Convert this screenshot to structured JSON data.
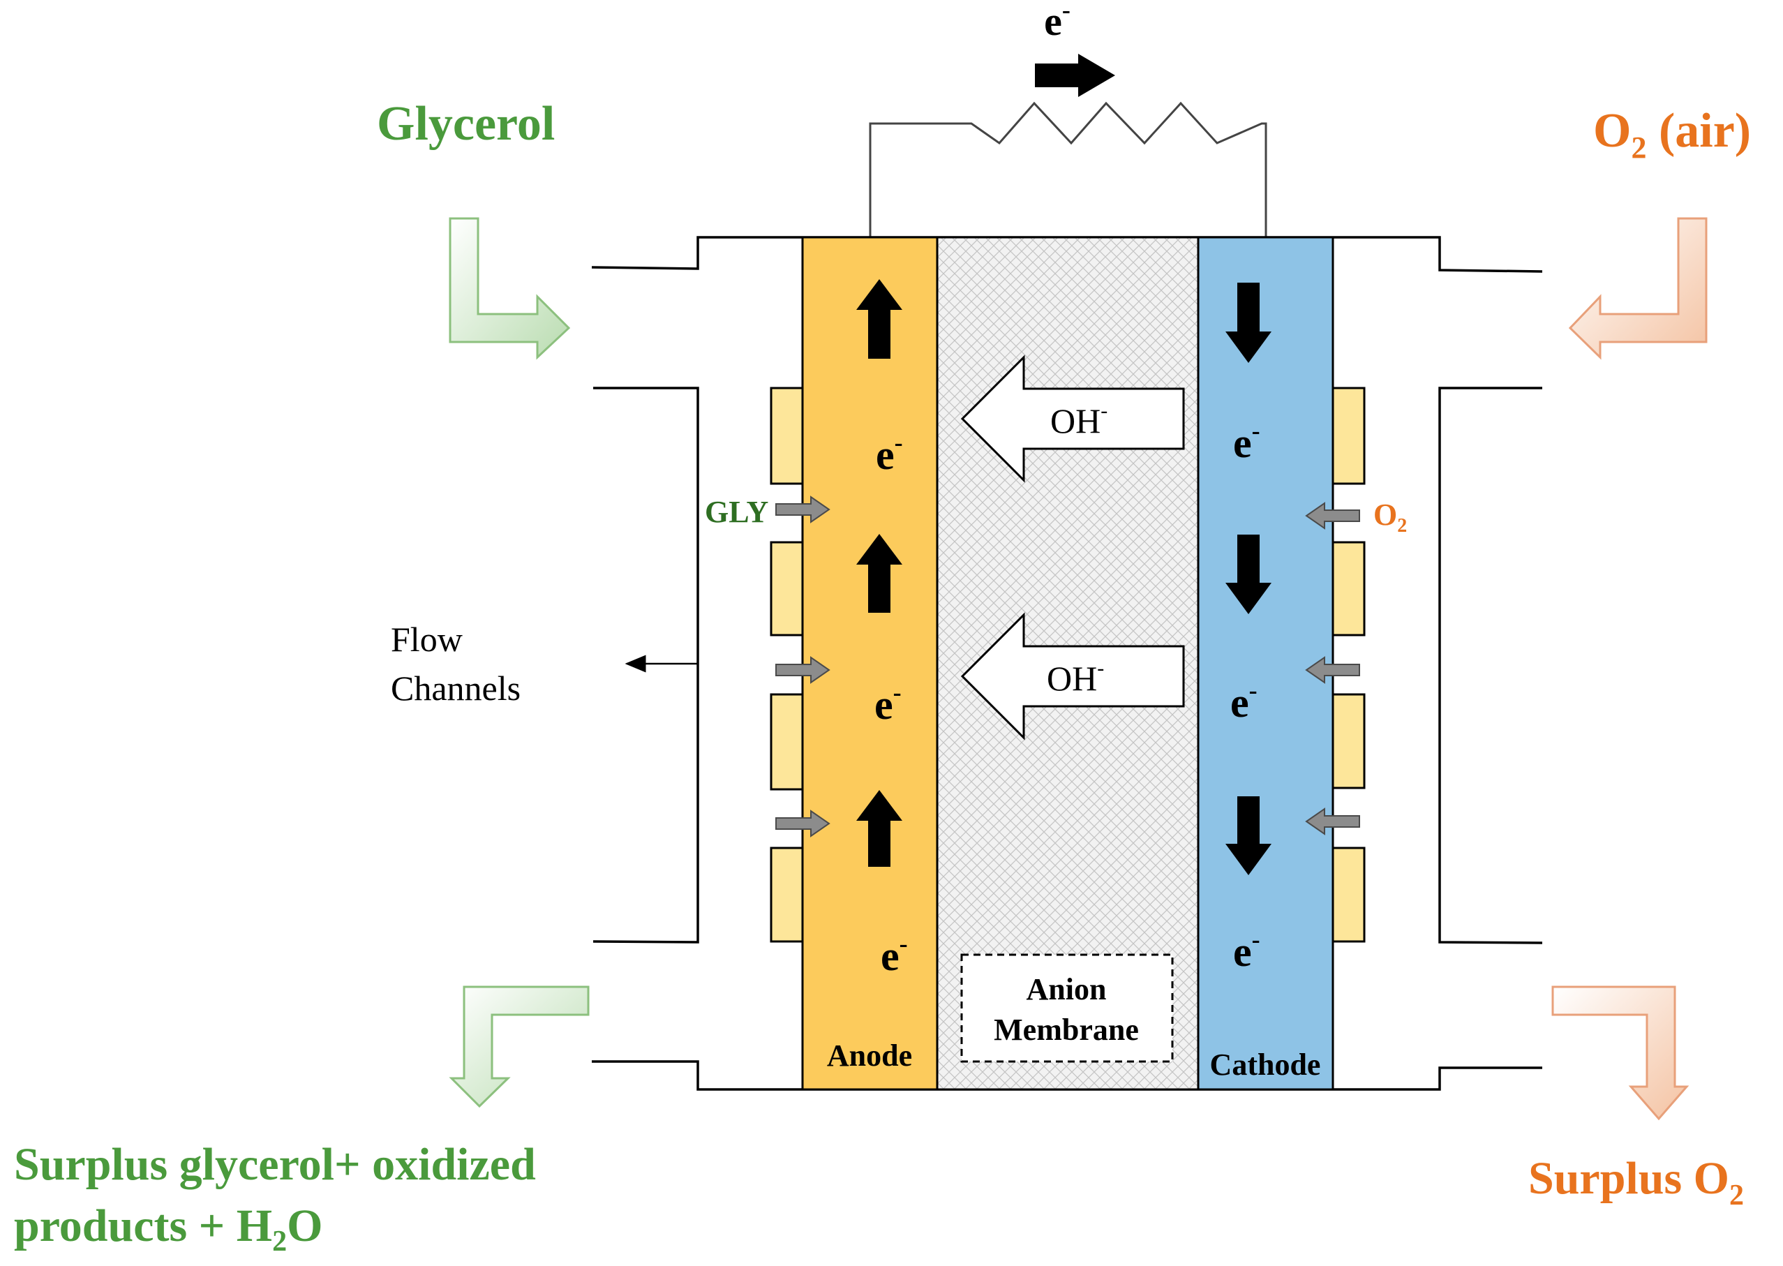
{
  "labels": {
    "electron": "e",
    "electron_sup": "-",
    "glycerol_in": "Glycerol",
    "o2_in_main": "O",
    "o2_in_sub": "2",
    "o2_in_rest": " (air)",
    "gly_short": "GLY",
    "o2_short_main": "O",
    "o2_short_sub": "2",
    "flow_line1": "Flow",
    "flow_line2": "Channels",
    "hydroxide": "OH",
    "hydroxide_sup": "-",
    "anode": "Anode",
    "cathode": "Cathode",
    "membrane_line1": "Anion",
    "membrane_line2": "Membrane",
    "surplus_gly_line1": "Surplus glycerol+ oxidized",
    "surplus_gly_line2_a": "products + H",
    "surplus_gly_line2_sub": "2",
    "surplus_gly_line2_b": "O",
    "surplus_o2_main": "Surplus O",
    "surplus_o2_sub": "2"
  },
  "colors": {
    "anode": "#fccb5c",
    "cathode": "#8ec3e6",
    "current_collector": "#fde69a",
    "glycerol_green": "#4a9a3c",
    "oxygen_orange": "#e8731e",
    "gly_label_green": "#2e6e22"
  }
}
